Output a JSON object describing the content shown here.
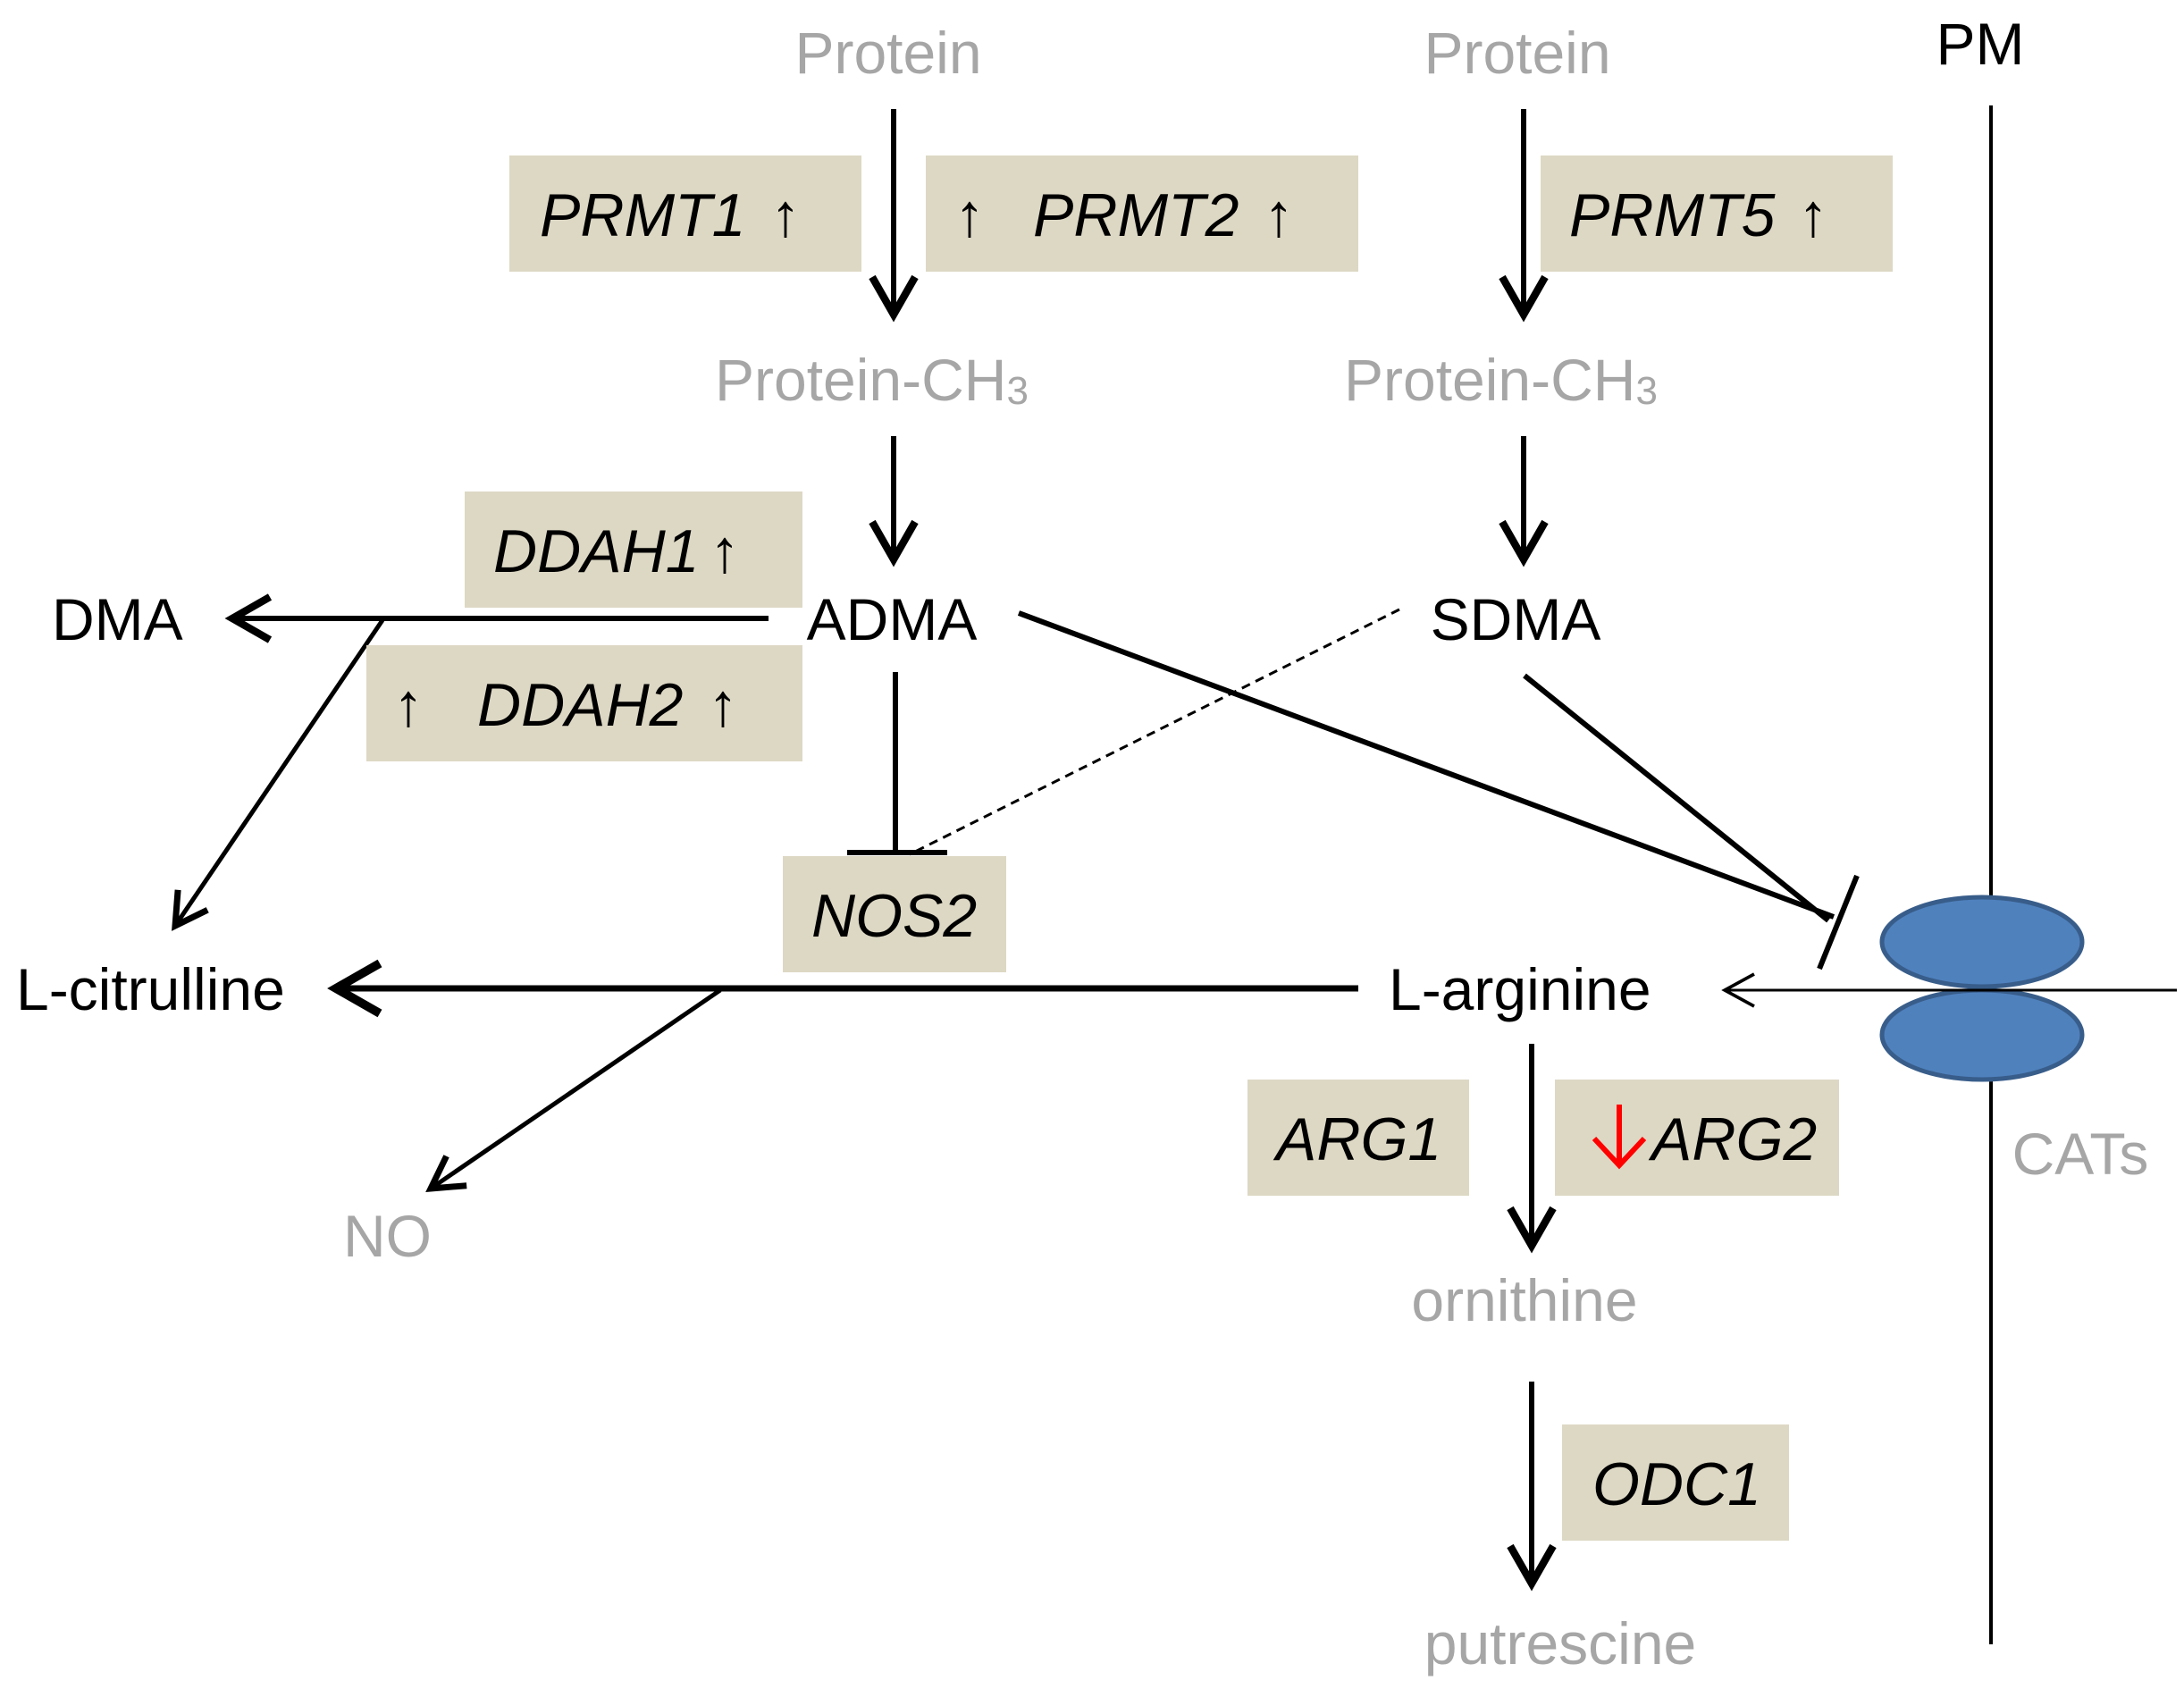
{
  "nodes": {
    "protein_left": "Protein",
    "protein_right": "Protein",
    "protein_ch3_left": "Protein-CH",
    "protein_ch3_left_sub": "3",
    "protein_ch3_right": "Protein-CH",
    "protein_ch3_right_sub": "3",
    "adma": "ADMA",
    "sdma": "SDMA",
    "dma": "DMA",
    "l_citrulline": "L-citrulline",
    "l_arginine": "L-arginine",
    "no": "NO",
    "ornithine": "ornithine",
    "putrescine": "putrescine",
    "pm": "PM",
    "cats": "CATs"
  },
  "genes": {
    "prmt1": "PRMT1",
    "prmt2": "PRMT2",
    "prmt5": "PRMT5",
    "ddah1": "DDAH1",
    "ddah2": "DDAH2",
    "nos2": "NOS2",
    "arg1": "ARG1",
    "arg2": "ARG2",
    "odc1": "ODC1"
  },
  "arrow_glyph": "↑",
  "colors": {
    "up_red": "#ff0000",
    "up_blue": "#0070c0",
    "down_red": "#ff0000",
    "gene_box": "#ddd8c4",
    "gray_text": "#a6a6a6",
    "transporter": "#4f81bd",
    "transporter_edge": "#385d8a"
  }
}
